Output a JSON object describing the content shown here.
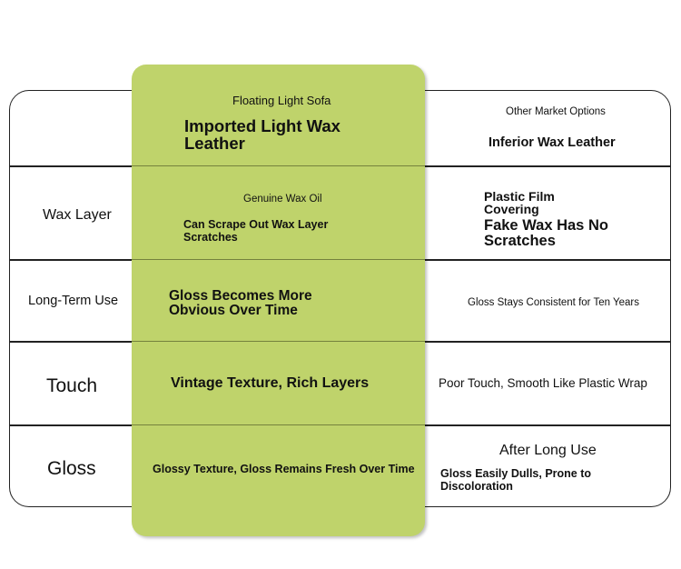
{
  "headers": {
    "ours": "Floating Light Sofa",
    "ours_material": "Imported Light Wax Leather",
    "others": "Other Market Options",
    "others_material": "Inferior Wax Leather"
  },
  "rows": [
    {
      "label": "Wax Layer",
      "ours_sub": "Genuine Wax Oil",
      "ours": "Can Scrape Out Wax Layer Scratches",
      "others_sub": "Plastic Film Covering",
      "others": "Fake Wax Has No Scratches"
    },
    {
      "label": "Long-Term Use",
      "ours": "Gloss Becomes More Obvious Over Time",
      "others": "Gloss Stays Consistent for Ten Years"
    },
    {
      "label": "Touch",
      "ours": "Vintage Texture, Rich Layers",
      "others": "Poor Touch, Smooth Like Plastic Wrap"
    },
    {
      "label": "Gloss",
      "ours": "Glossy Texture, Gloss Remains Fresh Over Time",
      "others_sub": "After Long Use",
      "others": "Gloss Easily Dulls, Prone to Discoloration"
    }
  ],
  "colors": {
    "highlight": "#bfd36b"
  }
}
